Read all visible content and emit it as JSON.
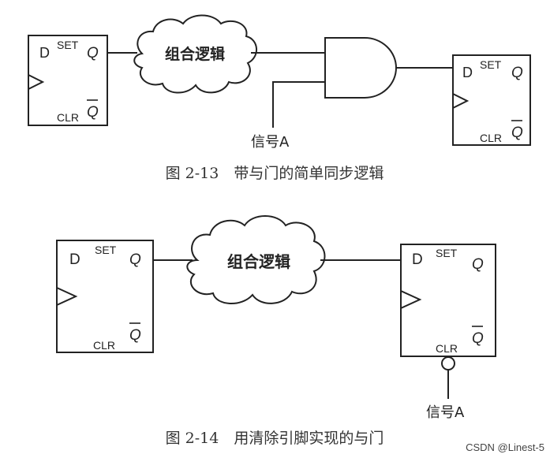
{
  "figure1": {
    "ff_left": {
      "d": "D",
      "set": "SET",
      "q": "Q",
      "clr": "CLR",
      "qbar": "Q"
    },
    "cloud_label": "组合逻辑",
    "ff_right": {
      "d": "D",
      "set": "SET",
      "q": "Q",
      "clr": "CLR",
      "qbar": "Q"
    },
    "signal_label": "信号A",
    "caption": "图 2-13　带与门的简单同步逻辑"
  },
  "figure2": {
    "ff_left": {
      "d": "D",
      "set": "SET",
      "q": "Q",
      "clr": "CLR",
      "qbar": "Q"
    },
    "cloud_label": "组合逻辑",
    "ff_right": {
      "d": "D",
      "set": "SET",
      "q": "Q",
      "clr": "CLR",
      "qbar": "Q"
    },
    "signal_label": "信号A",
    "caption": "图 2-14　用清除引脚实现的与门"
  },
  "watermark": "CSDN @Linest-5"
}
